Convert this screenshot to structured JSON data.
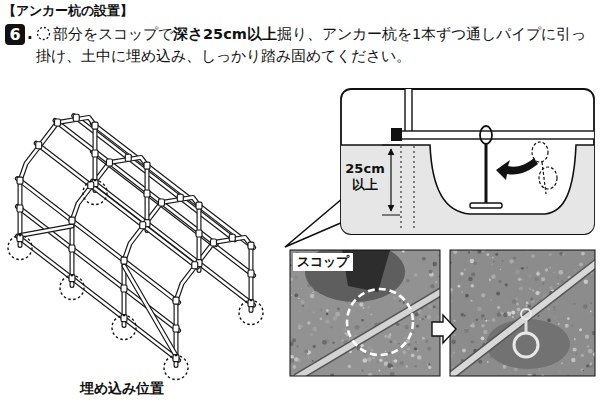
{
  "diagram": {
    "title": "【アンカー杭の設置】",
    "nodes": [
      {
        "text": [
          "6"
        ]
      }
    ],
    "labels": [
      ".",
      "部分をスコップで",
      "深さ25cm以上",
      "掘り、アンカー杭を1本ずつ通しパイプに引っ掛け、土中に埋め込み、しっかり踏み固めてください。",
      "25cm 以上",
      "スコップ",
      "埋め込み位置"
    ]
  }
}
